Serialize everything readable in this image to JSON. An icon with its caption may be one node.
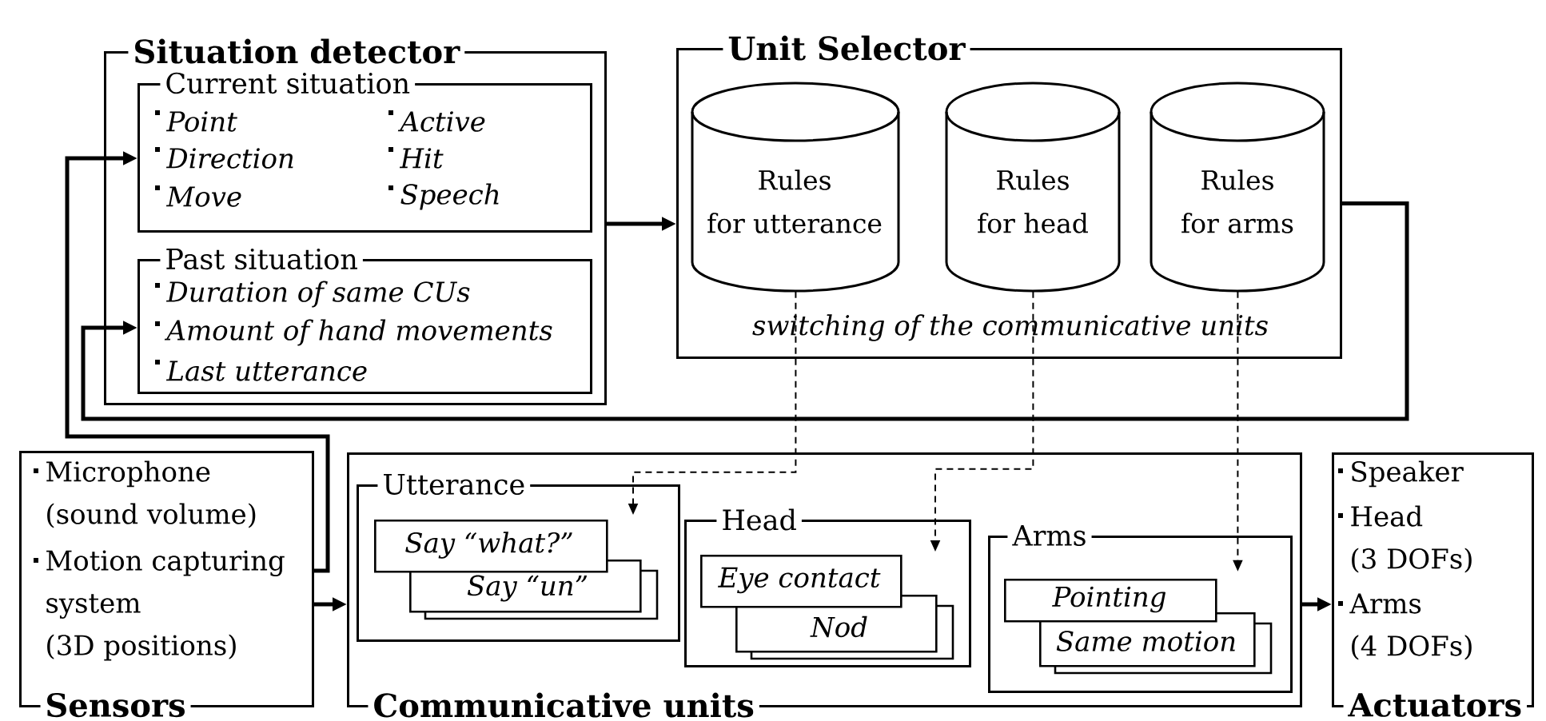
{
  "diagram": {
    "nodes": [
      {
        "text": [
          "Situation detector"
        ]
      },
      {
        "text": [
          "Current situation",
          "Point",
          "Active",
          "Direction",
          "Hit",
          "Move",
          "Speech"
        ],
        "in": 0
      },
      {
        "text": [
          "Past situation",
          "Duration of same CUs",
          "Amount of hand movements",
          "Last utterance"
        ],
        "in": 0
      },
      {
        "text": [
          "Unit Selector",
          "switching of the communicative units"
        ]
      },
      {
        "text": [
          "Rules for utterance"
        ],
        "in": 3
      },
      {
        "text": [
          "Rules for head"
        ],
        "in": 3
      },
      {
        "text": [
          "Rules for arms"
        ],
        "in": 3
      },
      {
        "text": [
          "Microphone (sound volume)",
          "Motion capturing system (3D positions)",
          "Sensors"
        ]
      },
      {
        "text": [
          "Communicative units"
        ]
      },
      {
        "text": [
          "Utterance"
        ],
        "in": 8
      },
      {
        "text": [
          "Say “what?”"
        ],
        "in": 9
      },
      {
        "text": [
          "Say “un”"
        ],
        "in": 9
      },
      {
        "text": [
          "Head"
        ],
        "in": 8
      },
      {
        "text": [
          "Eye contact"
        ],
        "in": 12
      },
      {
        "text": [
          "Nod"
        ],
        "in": 12
      },
      {
        "text": [
          "Arms"
        ],
        "in": 8
      },
      {
        "text": [
          "Pointing"
        ],
        "in": 15
      },
      {
        "text": [
          "Same motion"
        ],
        "in": 15
      },
      {
        "text": [
          "Speaker",
          "Head (3 DOFs)",
          "Arms (4 DOFs)",
          "Actuators"
        ]
      }
    ],
    "edges": [
      {
        "from": 0,
        "to": 3,
        "arrow": "to"
      },
      {
        "from": 3,
        "to": 2,
        "arrow": "to"
      },
      {
        "from": 7,
        "to": 1,
        "arrow": "to"
      },
      {
        "from": 7,
        "to": 8,
        "arrow": "to"
      },
      {
        "from": 8,
        "to": 18,
        "arrow": "to"
      },
      {
        "from": 4,
        "to": 9,
        "arrow": "to",
        "style": "dashed"
      },
      {
        "from": 5,
        "to": 12,
        "arrow": "to",
        "style": "dashed"
      },
      {
        "from": 6,
        "to": 15,
        "arrow": "to",
        "style": "dashed"
      }
    ]
  }
}
